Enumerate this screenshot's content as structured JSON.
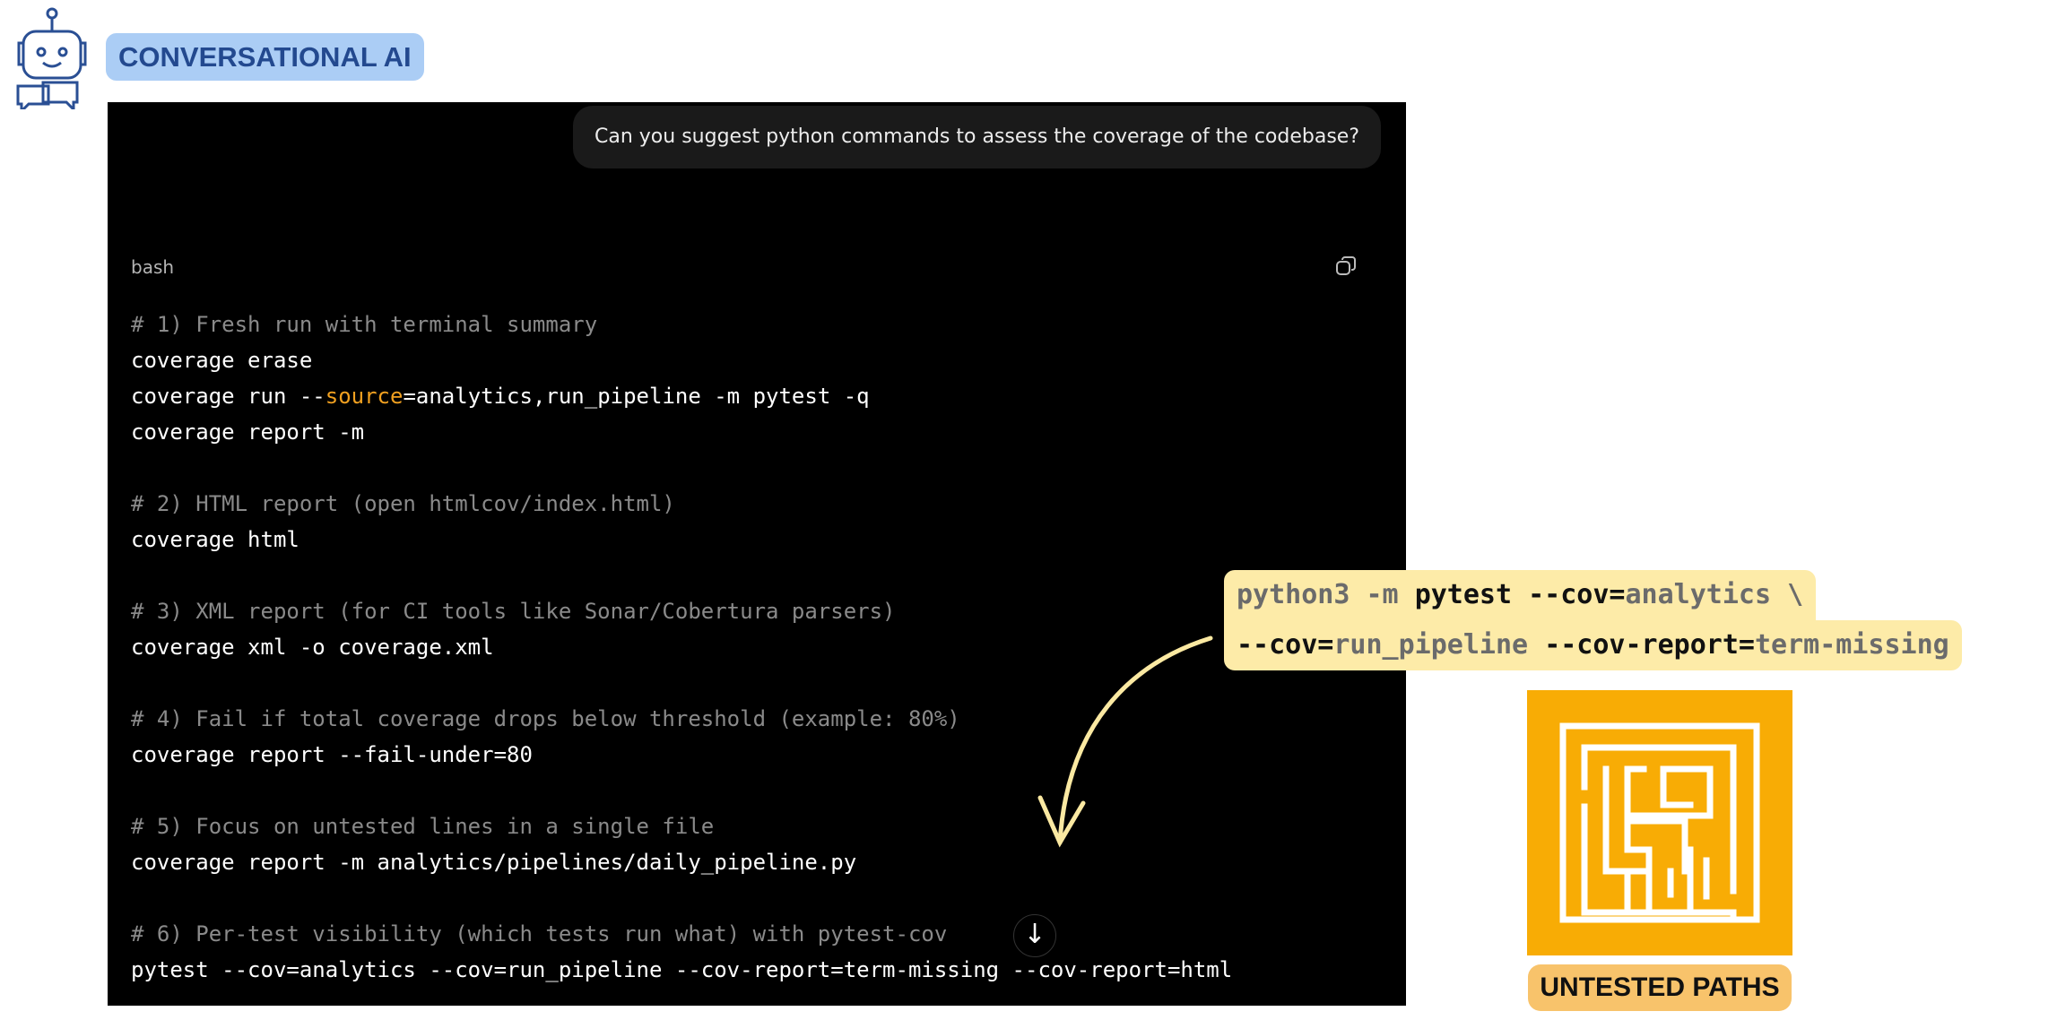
{
  "header": {
    "label": "CONVERSATIONAL AI",
    "icon": "robot-chat-icon"
  },
  "chat": {
    "user_message": "Can you suggest python commands to assess the coverage of the codebase?",
    "code_block": {
      "language": "bash",
      "lines": [
        [
          {
            "t": "# 1) Fresh run with terminal summary",
            "c": "comment"
          }
        ],
        [
          {
            "t": "coverage erase",
            "c": ""
          }
        ],
        [
          {
            "t": "coverage run --",
            "c": ""
          },
          {
            "t": "source",
            "c": "kw"
          },
          {
            "t": "=analytics,run_pipeline -m pytest -q",
            "c": ""
          }
        ],
        [
          {
            "t": "coverage report -m",
            "c": ""
          }
        ],
        [
          {
            "t": "",
            "c": ""
          }
        ],
        [
          {
            "t": "# 2) HTML report (open htmlcov/index.html)",
            "c": "comment"
          }
        ],
        [
          {
            "t": "coverage html",
            "c": ""
          }
        ],
        [
          {
            "t": "",
            "c": ""
          }
        ],
        [
          {
            "t": "# 3) XML report (for CI tools like Sonar/Cobertura parsers)",
            "c": "comment"
          }
        ],
        [
          {
            "t": "coverage xml -o coverage.xml",
            "c": ""
          }
        ],
        [
          {
            "t": "",
            "c": ""
          }
        ],
        [
          {
            "t": "# 4) Fail if total coverage drops below threshold (example: 80%)",
            "c": "comment"
          }
        ],
        [
          {
            "t": "coverage report --fail-under=80",
            "c": ""
          }
        ],
        [
          {
            "t": "",
            "c": ""
          }
        ],
        [
          {
            "t": "# 5) Focus on untested lines in a single file",
            "c": "comment"
          }
        ],
        [
          {
            "t": "coverage report -m analytics/pipelines/daily_pipeline.py",
            "c": ""
          }
        ],
        [
          {
            "t": "",
            "c": ""
          }
        ],
        [
          {
            "t": "# 6) Per-test visibility (which tests run what) with pytest-cov",
            "c": "comment"
          }
        ],
        [
          {
            "t": "pytest --cov=analytics --cov=run_pipeline --cov-report=term-missing --cov-report=html",
            "c": ""
          }
        ]
      ]
    }
  },
  "callout": {
    "line1": [
      {
        "t": "python3 -m ",
        "c": "g"
      },
      {
        "t": "pytest --cov=",
        "c": "k"
      },
      {
        "t": "analytics \\",
        "c": "g"
      }
    ],
    "line2": [
      {
        "t": "--cov=",
        "c": "k"
      },
      {
        "t": "run_pipeline ",
        "c": "g"
      },
      {
        "t": "--cov-report=",
        "c": "k"
      },
      {
        "t": "term-missing",
        "c": "g"
      }
    ]
  },
  "badge": {
    "label": "UNTESTED PATHS",
    "icon": "maze-icon"
  },
  "colors": {
    "accent": "#f8ac05",
    "pill": "#abcdf5",
    "callout": "#fdeba8",
    "keyword": "#f0a020"
  }
}
